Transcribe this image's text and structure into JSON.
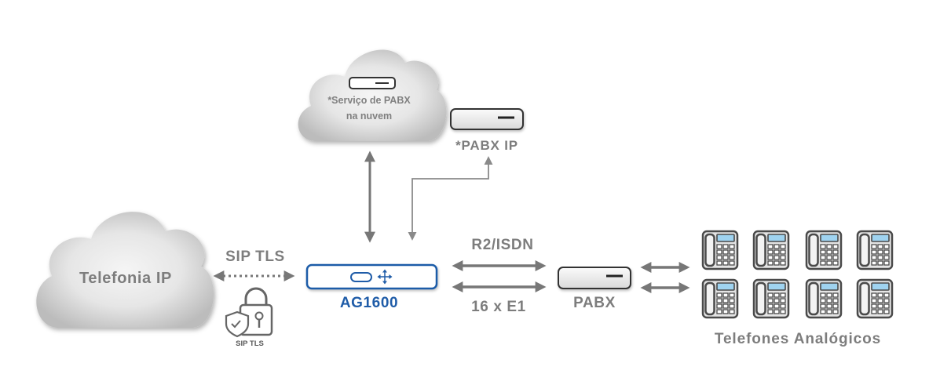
{
  "cloud_service": {
    "icon": "server-device-icon",
    "line1": "*Serviço de PABX",
    "line2": "na nuvem"
  },
  "pabx_ip": {
    "icon": "server-device-icon",
    "label": "*PABX IP"
  },
  "ip_telephony": {
    "label": "Telefonia IP"
  },
  "sip_link": {
    "label": "SIP TLS",
    "icon": "padlock-shield-icon",
    "lock_label": "SIP TLS"
  },
  "gateway": {
    "icon": "gateway-device-icon",
    "label": "AG1600"
  },
  "trunk": {
    "top_label": "R2/ISDN",
    "bottom_label": "16 x E1"
  },
  "pabx": {
    "icon": "server-device-icon",
    "label": "PABX"
  },
  "phones": {
    "icon": "desk-phone-icon",
    "label": "Telefones Analógicos"
  },
  "colors": {
    "accent": "#1f5ca8",
    "arrow": "#777777",
    "text": "#7d7d7d",
    "cloud": "#e3e3e3",
    "phone_screen": "#9fd3f0"
  }
}
